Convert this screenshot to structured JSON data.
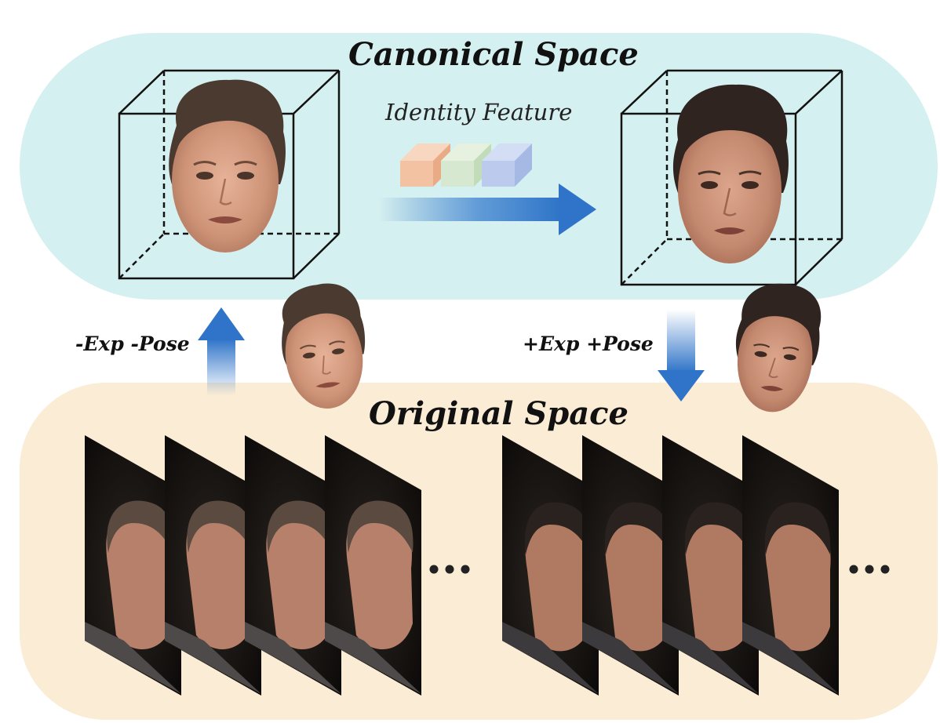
{
  "diagram": {
    "canonical_title": "Canonical Space",
    "original_title": "Original Space",
    "identity_label": "Identity Feature",
    "remove_label": "-Exp -Pose",
    "add_label": "+Exp +Pose"
  },
  "colors": {
    "canonical_band": "#d5f0f0",
    "original_band": "#faecd5",
    "arrow_blue": "#2f74c8",
    "feature_orange": "#f2c2a2",
    "feature_green": "#d6e8cf",
    "feature_blue": "#bccbed"
  },
  "icons": [
    "canonical-cube",
    "face-thumbnail",
    "video-frame",
    "ellipsis-dots"
  ]
}
